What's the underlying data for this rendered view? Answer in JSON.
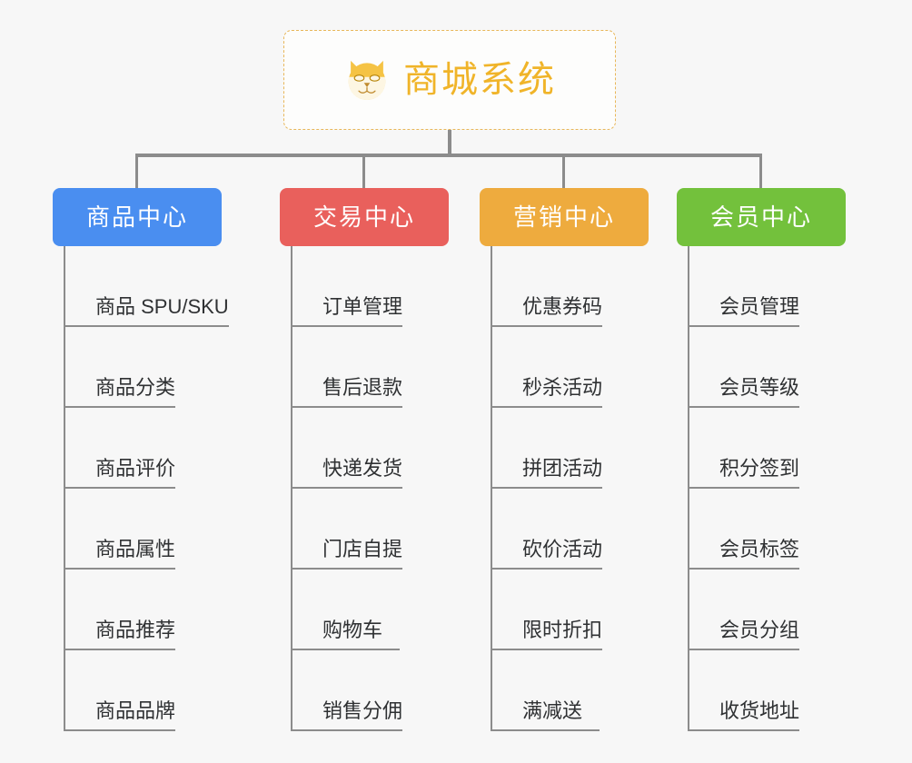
{
  "diagram": {
    "title": "商城系统",
    "type": "org-chart",
    "background_color": "#f7f7f7",
    "connector_color": "#8c8c8c"
  },
  "root": {
    "label": "商城系统",
    "icon": "shiba-dog-face-icon",
    "text_color": "#f0b429",
    "border_color": "#e8b75a",
    "background_color": "#fdfdfc"
  },
  "columns": [
    {
      "header": "商品中心",
      "color": "#4a8ef0",
      "items": [
        "商品 SPU/SKU",
        "商品分类",
        "商品评价",
        "商品属性",
        "商品推荐",
        "商品品牌"
      ]
    },
    {
      "header": "交易中心",
      "color": "#e9605c",
      "items": [
        "订单管理",
        "售后退款",
        "快递发货",
        "门店自提",
        "购物车",
        "销售分佣"
      ]
    },
    {
      "header": "营销中心",
      "color": "#eeab3e",
      "items": [
        "优惠券码",
        "秒杀活动",
        "拼团活动",
        "砍价活动",
        "限时折扣",
        "满减送"
      ]
    },
    {
      "header": "会员中心",
      "color": "#73c13c",
      "items": [
        "会员管理",
        "会员等级",
        "积分签到",
        "会员标签",
        "会员分组",
        "收货地址"
      ]
    }
  ]
}
